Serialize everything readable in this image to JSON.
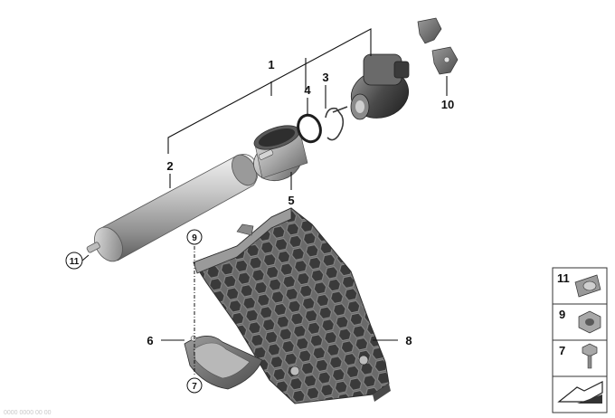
{
  "callouts": {
    "c1": "1",
    "c2": "2",
    "c3": "3",
    "c4": "4",
    "c5": "5",
    "c6": "6",
    "c7": "7",
    "c8": "8",
    "c9": "9",
    "c10": "10",
    "c11": "11"
  },
  "legend": {
    "item11": "11",
    "item9": "9",
    "item7": "7"
  },
  "watermark": "0000 0000 00 00"
}
